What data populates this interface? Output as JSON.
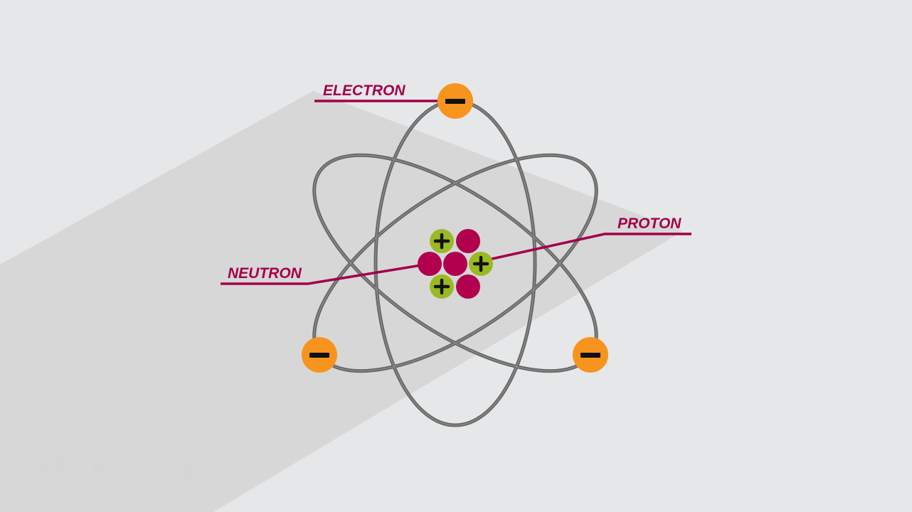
{
  "labels": {
    "electron": "ELECTRON",
    "proton": "PROTON",
    "neutron": "NEUTRON"
  },
  "watermark": "فرادرس",
  "colors": {
    "background": "#e6e7e8",
    "shadow": "#d7d7d7",
    "orbit": "#666666",
    "electron": "#f7941d",
    "proton": "#9ab922",
    "neutron": "#b0004e",
    "label": "#a3004a",
    "sign": "#111111",
    "watermark": "#d6d6d6"
  },
  "icons": {
    "electron": "minus-sign-icon",
    "proton": "plus-sign-icon",
    "neutron": "plain-circle"
  }
}
